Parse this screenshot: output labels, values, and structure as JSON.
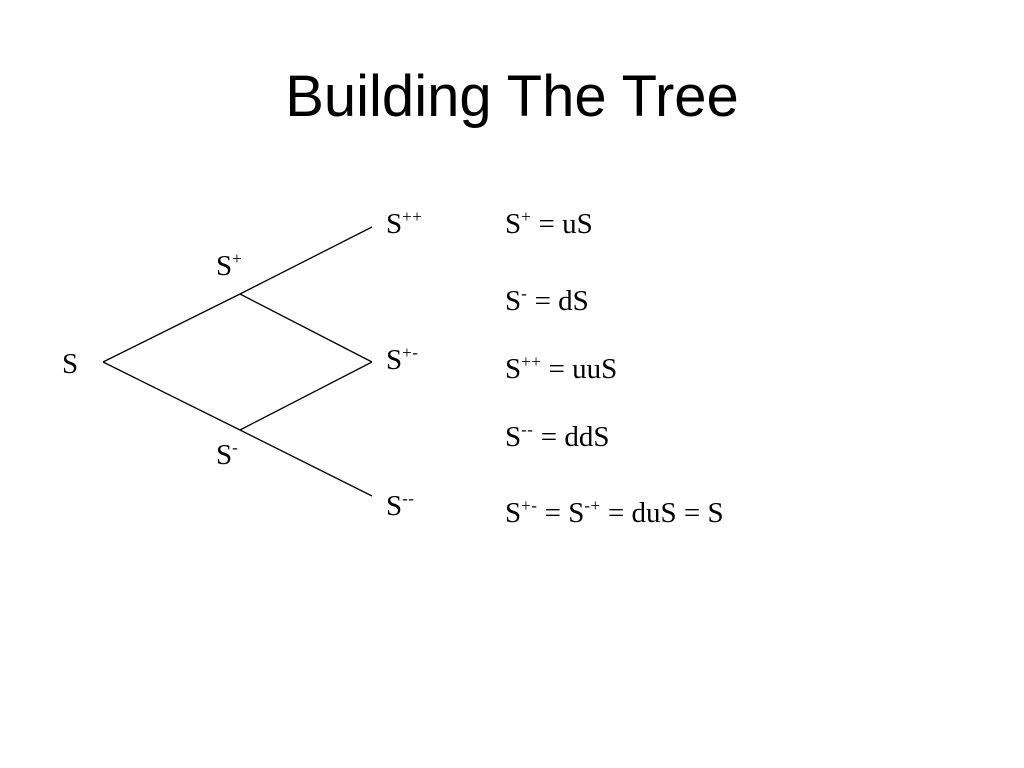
{
  "slide": {
    "title": "Building The Tree"
  },
  "nodes": {
    "root": {
      "base": "S",
      "sup": ""
    },
    "up": {
      "base": "S",
      "sup": "+"
    },
    "down": {
      "base": "S",
      "sup": "-"
    },
    "up_up": {
      "base": "S",
      "sup": "++"
    },
    "up_down": {
      "base": "S",
      "sup": "+-"
    },
    "down_down": {
      "base": "S",
      "sup": "--"
    }
  },
  "equations": [
    {
      "parts": [
        {
          "base": "S",
          "sup": "+"
        },
        {
          "text": " = uS"
        }
      ]
    },
    {
      "parts": [
        {
          "base": "S",
          "sup": "-"
        },
        {
          "text": " = dS"
        }
      ]
    },
    {
      "parts": [
        {
          "base": "S",
          "sup": "++"
        },
        {
          "text": " = uuS"
        }
      ]
    },
    {
      "parts": [
        {
          "base": "S",
          "sup": "--"
        },
        {
          "text": " = ddS"
        }
      ]
    },
    {
      "parts": [
        {
          "base": "S",
          "sup": "+-"
        },
        {
          "text": " = "
        },
        {
          "base": "S",
          "sup": "-+"
        },
        {
          "text": " = duS = S"
        }
      ]
    }
  ]
}
